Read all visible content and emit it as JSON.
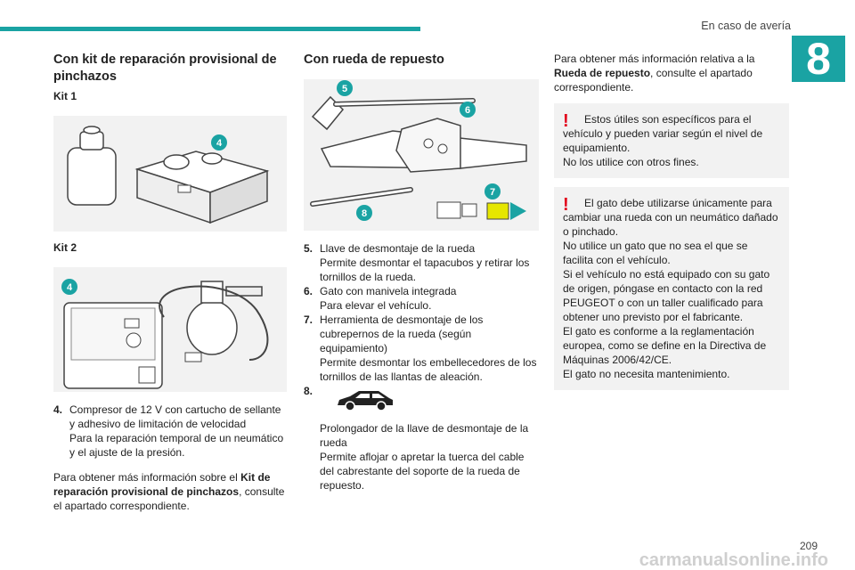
{
  "header": {
    "section": "En caso de avería",
    "chapter": "8"
  },
  "col1": {
    "title": "Con kit de reparación provisional de pinchazos",
    "kit1_label": "Kit 1",
    "kit1_badge": "4",
    "kit2_label": "Kit 2",
    "kit2_badge": "4",
    "item4_num": "4.",
    "item4_title": "Compresor de 12 V con cartucho de sellante y adhesivo de limitación de velocidad",
    "item4_desc": "Para la reparación temporal de un neumático y el ajuste de la presión.",
    "para_pre": "Para obtener más información sobre el ",
    "para_bold": "Kit de reparación provisional de pinchazos",
    "para_post": ", consulte el apartado correspondiente."
  },
  "col2": {
    "title": "Con rueda de repuesto",
    "badges": [
      "5",
      "6",
      "7",
      "8"
    ],
    "items": [
      {
        "num": "5.",
        "title": "Llave de desmontaje de la rueda",
        "desc": "Permite desmontar el tapacubos y retirar los tornillos de la rueda."
      },
      {
        "num": "6.",
        "title": "Gato con manivela integrada",
        "desc": "Para elevar el vehículo."
      },
      {
        "num": "7.",
        "title": "Herramienta de desmontaje de los cubrepernos de la rueda (según equipamiento)",
        "desc": "Permite desmontar los embellecedores de los tornillos de las llantas de aleación."
      }
    ],
    "item8_num": "8.",
    "item8_title": "Prolongador de la llave de desmontaje de la rueda",
    "item8_desc": "Permite aflojar o apretar la tuerca del cable del cabrestante del soporte de la rueda de repuesto."
  },
  "col3": {
    "intro_pre": "Para obtener más información relativa a la ",
    "intro_bold": "Rueda de repuesto",
    "intro_post": ", consulte el apartado correspondiente.",
    "warn1_line1": "Estos útiles son específicos para el vehículo y pueden variar según el nivel de equipamiento.",
    "warn1_line2": "No los utilice con otros fines.",
    "warn2_line1": "El gato debe utilizarse únicamente para cambiar una rueda con un neumático dañado o pinchado.",
    "warn2_line2": "No utilice un gato que no sea el que se facilita con el vehículo.",
    "warn2_line3": "Si el vehículo no está equipado con su gato de origen, póngase en contacto con la red PEUGEOT o con un taller cualificado para obtener uno previsto por el fabricante.",
    "warn2_line4": "El gato es conforme a la reglamentación europea, como se define en la Directiva de Máquinas 2006/42/CE.",
    "warn2_line5": "El gato no necesita mantenimiento.",
    "warn_symbol": "!"
  },
  "footer": {
    "page": "209",
    "watermark": "carmanualsonline.info"
  },
  "colors": {
    "accent": "#1aa3a3",
    "warning": "#e2001a",
    "figure_bg": "#f2f2f2",
    "highlight": "#e6e600"
  }
}
